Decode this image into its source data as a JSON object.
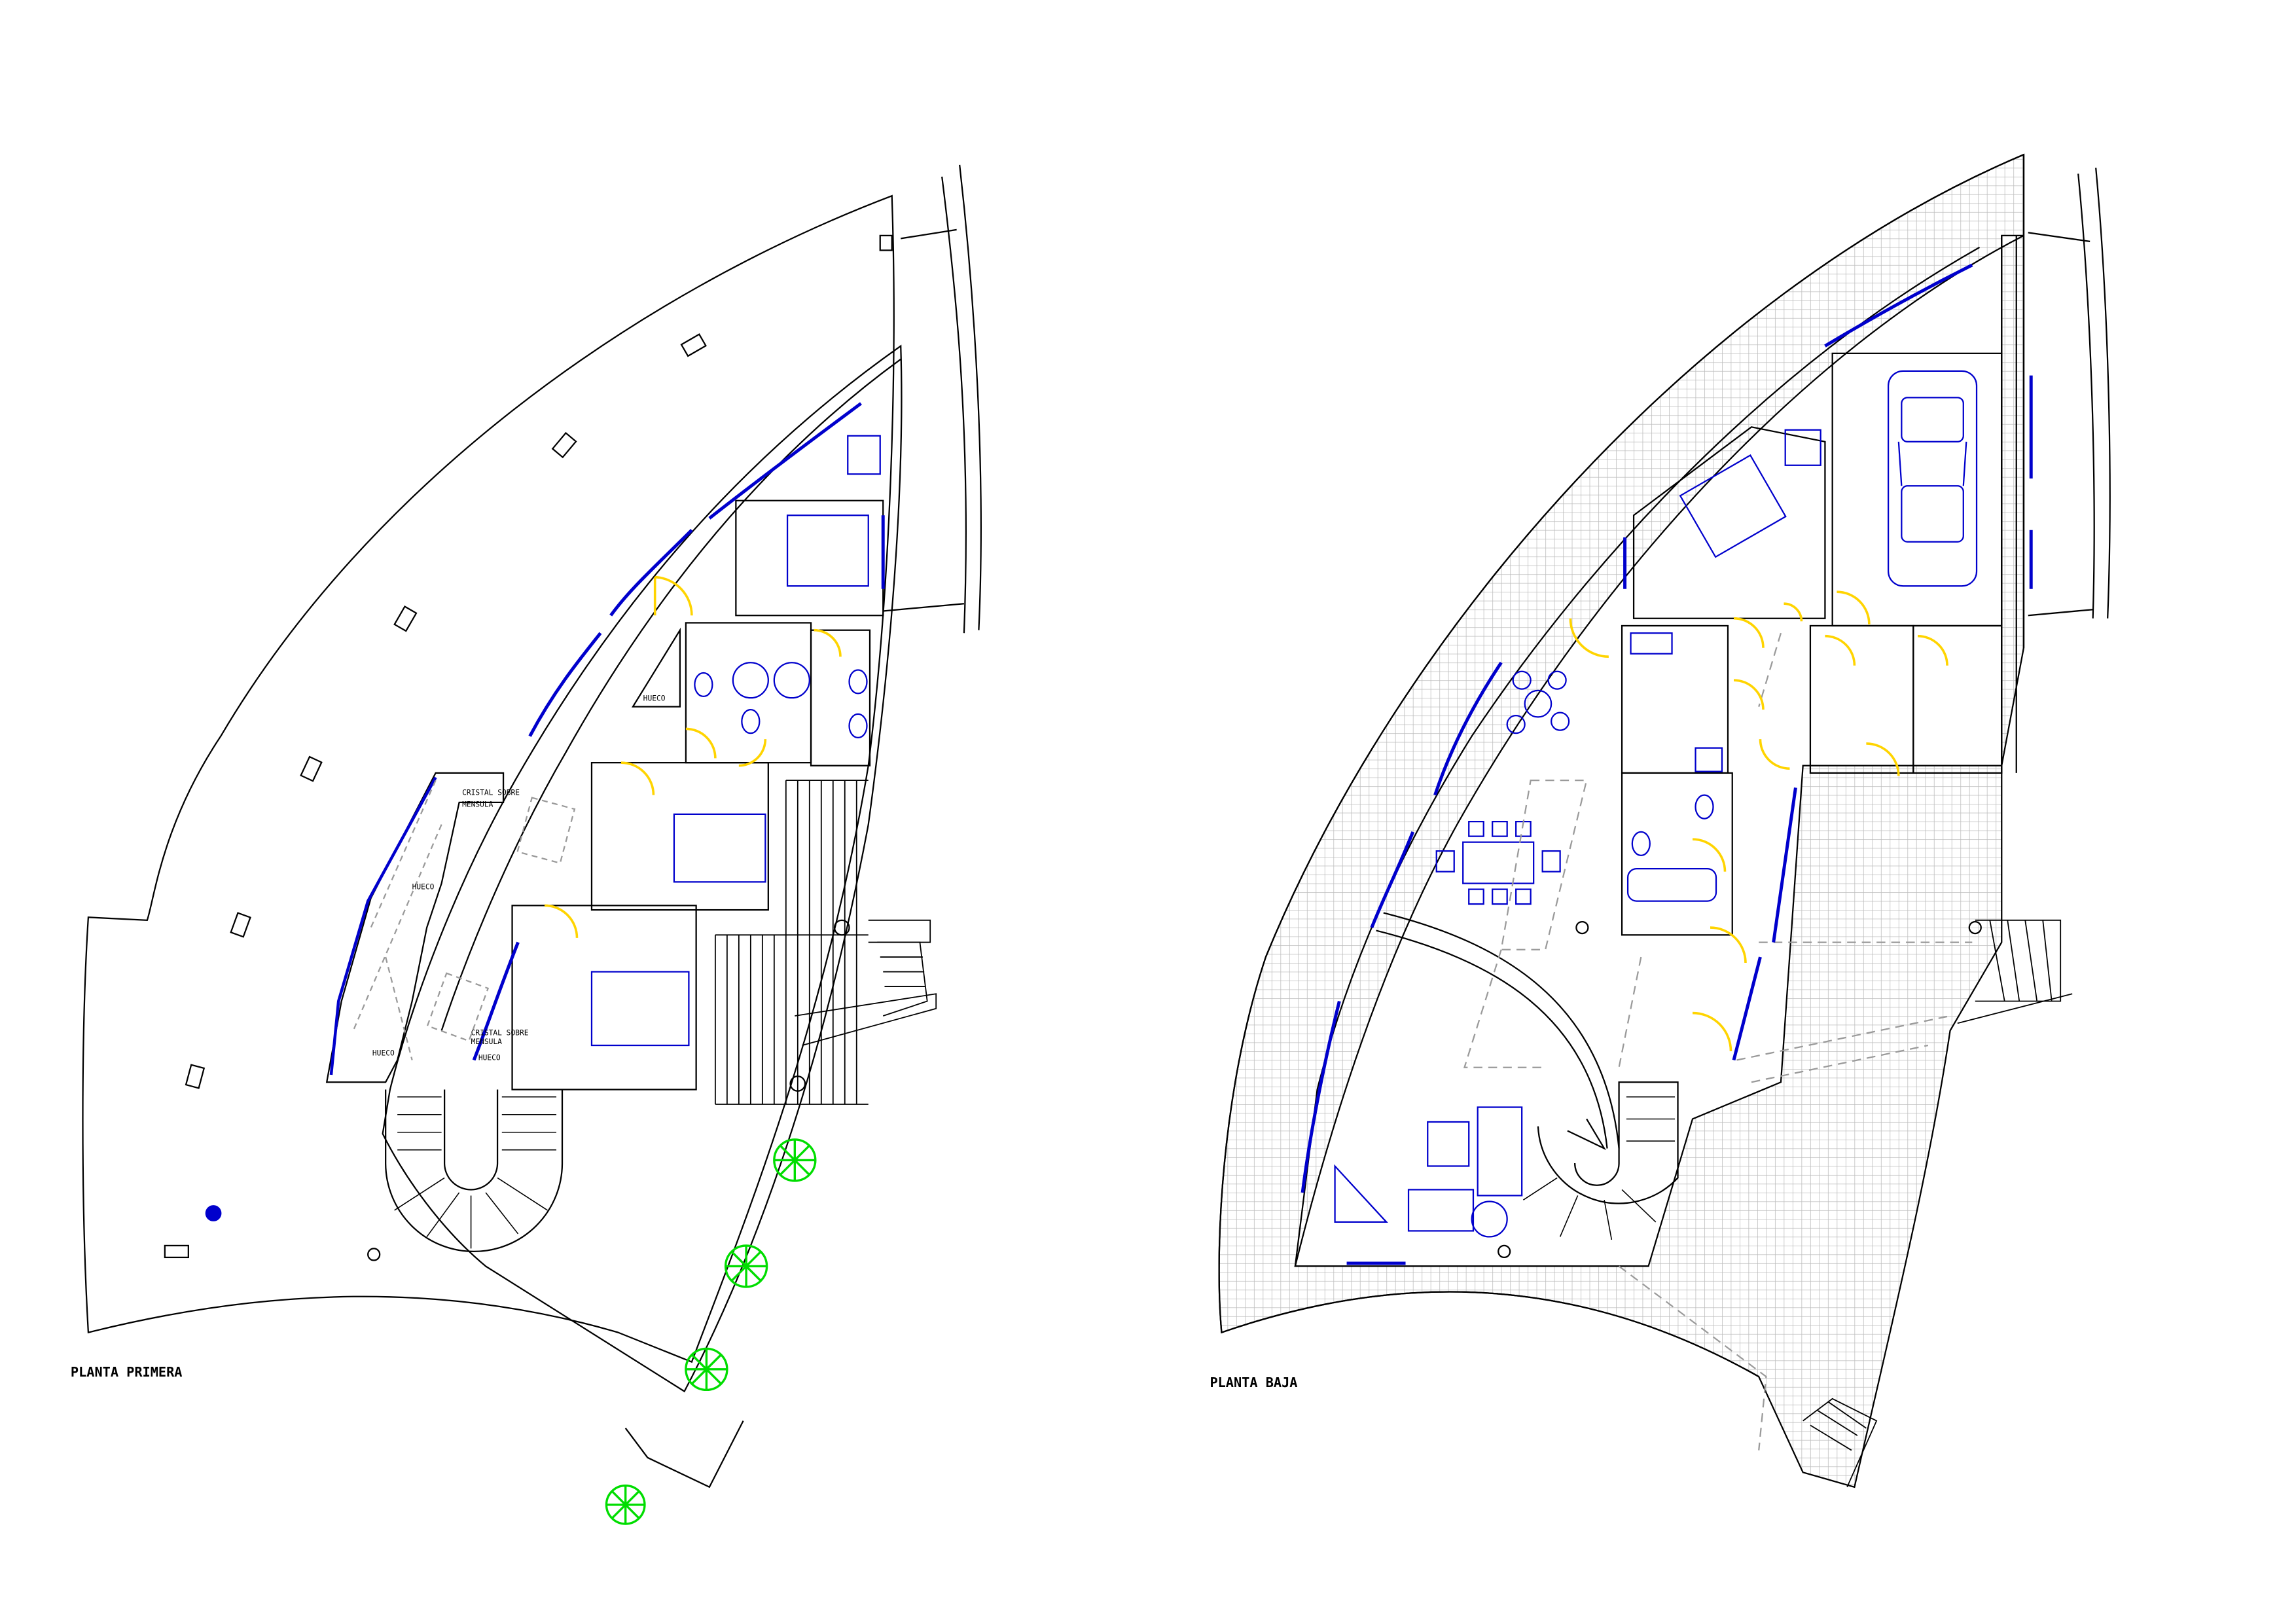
{
  "drawing": {
    "plans": [
      {
        "title": "PLANTA PRIMERA",
        "room_labels": [
          "HUECO",
          "HUECO",
          "HUECO",
          "HUECO"
        ],
        "notes": [
          "CRISTAL SOBRE",
          "MENSULA",
          "CRISTAL SOBRE",
          "MENSULA"
        ]
      },
      {
        "title": "PLANTA BAJA"
      }
    ]
  },
  "colors": {
    "line": "#000000",
    "window": "#0000cc",
    "furniture": "#0000cc",
    "door": "#ffd400",
    "tree": "#00dd00",
    "hatch": "#c8c8c8",
    "dashed": "#9a9a9a"
  }
}
